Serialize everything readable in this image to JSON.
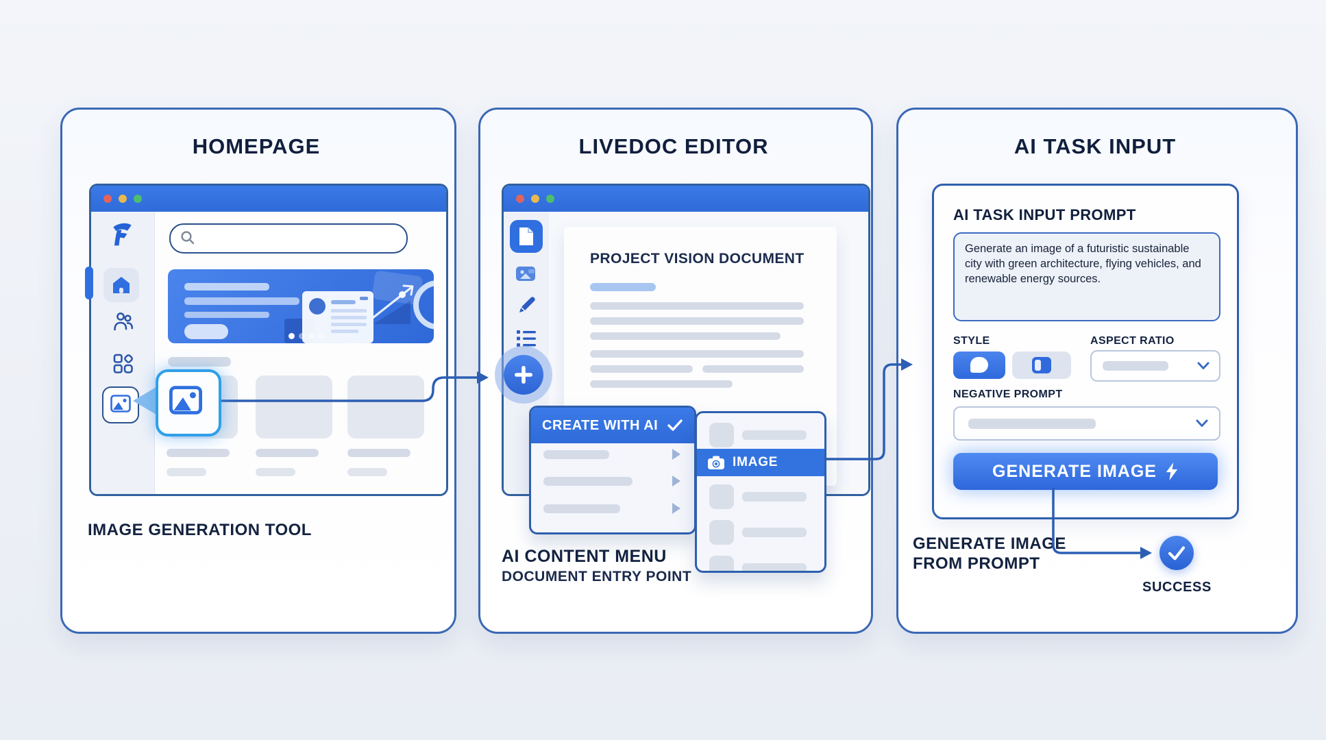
{
  "colors": {
    "accent": "#3273e0",
    "panel_border": "#3a68b4",
    "navy_text": "#13223f",
    "callout_highlight": "#2f9fe8",
    "connector_line": "#2c5fb4",
    "success_blue": "#2f6fe0",
    "placeholder_gray": "#d5dbe6",
    "placeholder_blue": "#a9c6f1"
  },
  "panel1": {
    "title": "HOMEPAGE",
    "caption": "IMAGE GENERATION TOOL",
    "icons": [
      "app-logo",
      "home-icon",
      "people-icon",
      "apps-grid-icon",
      "image-icon",
      "search-icon"
    ]
  },
  "panel2": {
    "title": "LIVEDOC EDITOR",
    "doc_title": "PROJECT VISION DOCUMENT",
    "menu_header": "CREATE WITH AI",
    "submenu_item": "IMAGE",
    "caption_line1": "AI CONTENT MENU",
    "caption_line2": "DOCUMENT ENTRY POINT",
    "icons": [
      "document-icon",
      "photo-icon",
      "pencil-icon",
      "list-icon",
      "plus-icon",
      "camera-icon",
      "check-icon",
      "submenu-arrow-icon"
    ]
  },
  "panel3": {
    "title": "AI TASK INPUT",
    "card_title": "AI TASK INPUT PROMPT",
    "prompt_text": "Generate an image of a futuristic sustainable city with green architecture, flying vehicles, and renewable energy sources.",
    "style_label": "STYLE",
    "aspect_ratio_label": "ASPECT RATIO",
    "negative_prompt_label": "NEGATIVE PROMPT",
    "generate_button": "GENERATE IMAGE",
    "caption_line1": "GENERATE IMAGE",
    "caption_line2": "FROM PROMPT",
    "success_label": "SUCCESS",
    "icons": [
      "style-blob-icon",
      "layout-split-icon",
      "chevron-down-icon",
      "lightning-icon",
      "success-check-icon"
    ]
  }
}
